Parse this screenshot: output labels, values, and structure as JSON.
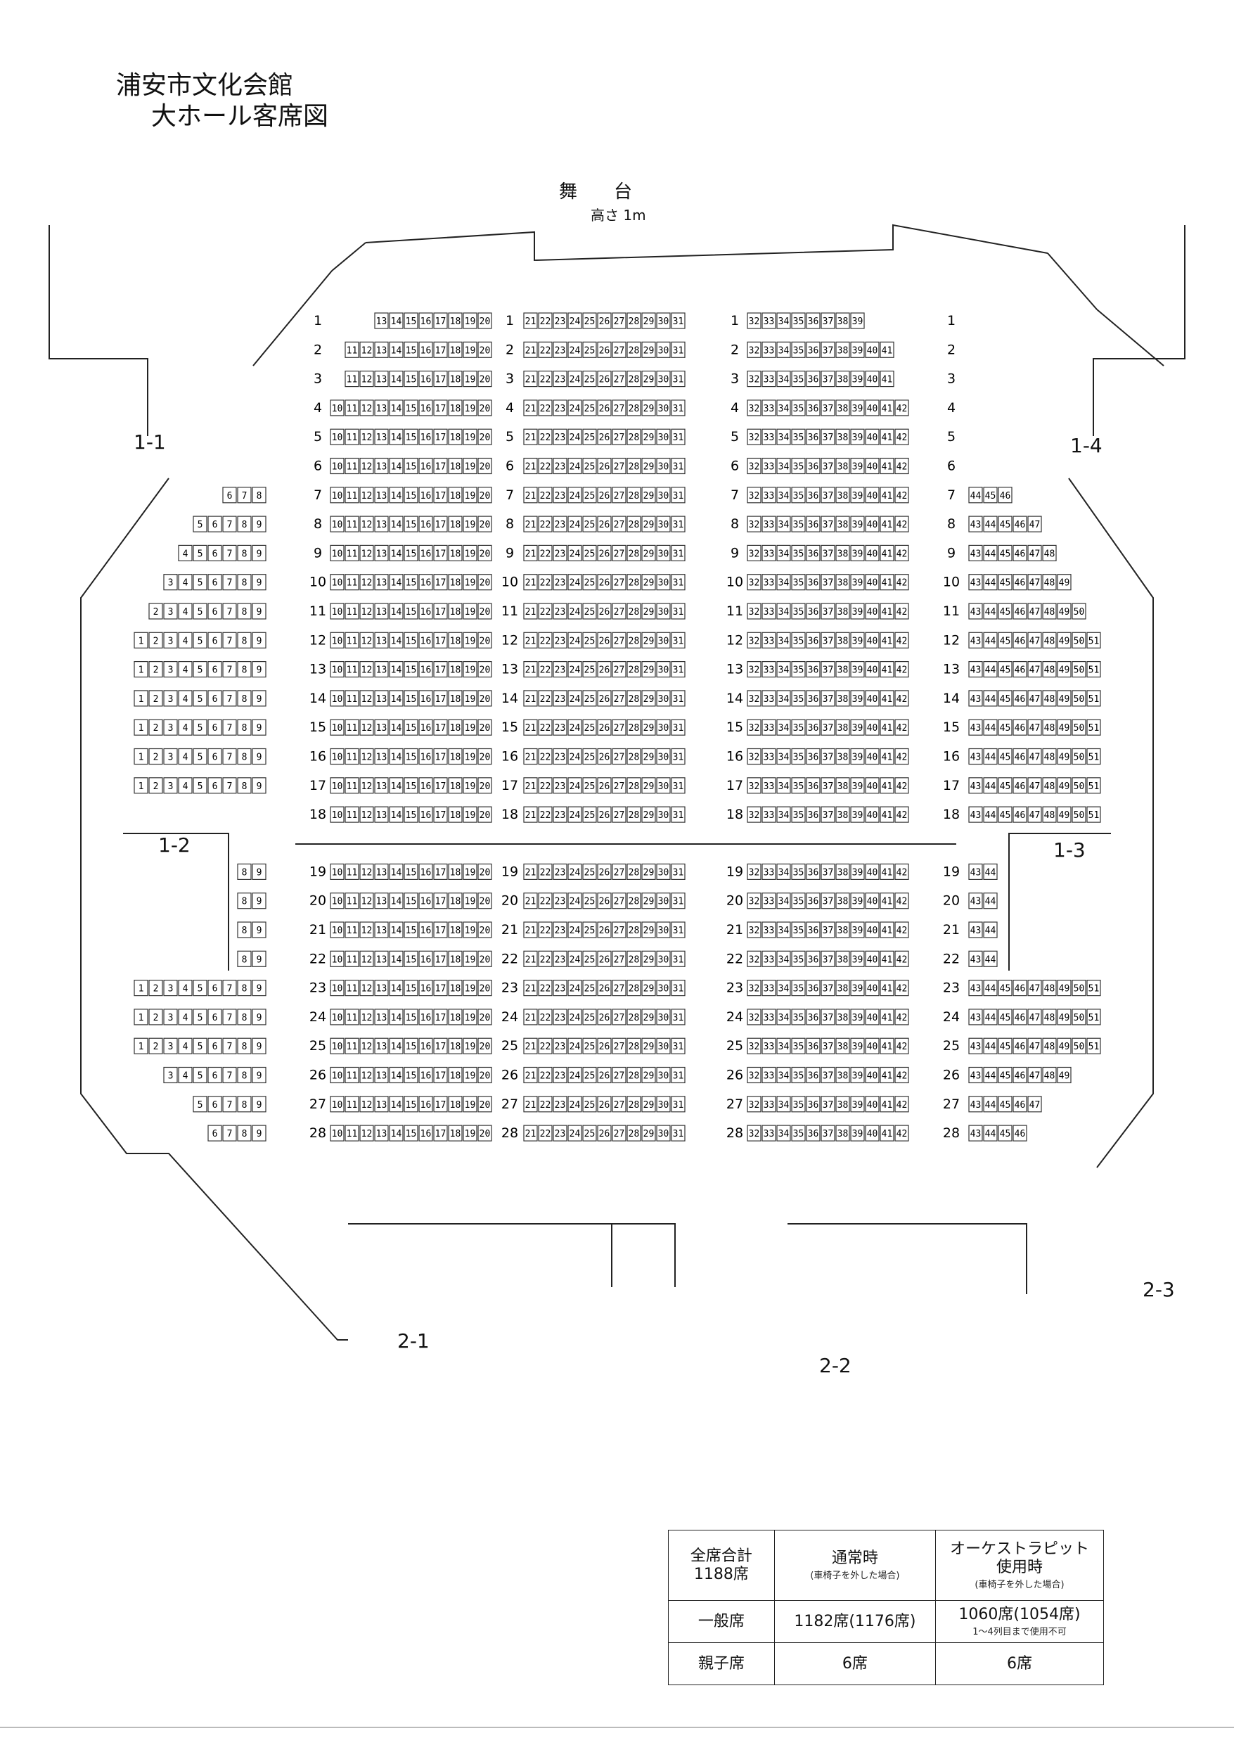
{
  "title": {
    "line1": "浦安市文化会館",
    "line2": "大ホール客席図"
  },
  "stage": {
    "label": "舞　　台",
    "height": "高さ 1m"
  },
  "exits": [
    "1-1",
    "1-2",
    "1-3",
    "1-4",
    "2-1",
    "2-2",
    "2-3"
  ],
  "rows": [
    {
      "row": 1,
      "left": [],
      "lc": [
        13,
        20
      ],
      "center": [
        21,
        31
      ],
      "right": [
        32,
        39
      ],
      "rf": []
    },
    {
      "row": 2,
      "left": [],
      "lc": [
        11,
        20
      ],
      "center": [
        21,
        31
      ],
      "right": [
        32,
        41
      ],
      "rf": []
    },
    {
      "row": 3,
      "left": [],
      "lc": [
        11,
        20
      ],
      "center": [
        21,
        31
      ],
      "right": [
        32,
        41
      ],
      "rf": []
    },
    {
      "row": 4,
      "left": [],
      "lc": [
        10,
        20
      ],
      "center": [
        21,
        31
      ],
      "right": [
        32,
        42
      ],
      "rf": []
    },
    {
      "row": 5,
      "left": [],
      "lc": [
        10,
        20
      ],
      "center": [
        21,
        31
      ],
      "right": [
        32,
        42
      ],
      "rf": []
    },
    {
      "row": 6,
      "left": [],
      "lc": [
        10,
        20
      ],
      "center": [
        21,
        31
      ],
      "right": [
        32,
        42
      ],
      "rf": []
    },
    {
      "row": 7,
      "left": [
        6,
        8
      ],
      "lc": [
        10,
        20
      ],
      "center": [
        21,
        31
      ],
      "right": [
        32,
        42
      ],
      "rf": [
        44,
        46
      ]
    },
    {
      "row": 8,
      "left": [
        5,
        9
      ],
      "lc": [
        10,
        20
      ],
      "center": [
        21,
        31
      ],
      "right": [
        32,
        42
      ],
      "rf": [
        43,
        47
      ]
    },
    {
      "row": 9,
      "left": [
        4,
        9
      ],
      "lc": [
        10,
        20
      ],
      "center": [
        21,
        31
      ],
      "right": [
        32,
        42
      ],
      "rf": [
        43,
        48
      ]
    },
    {
      "row": 10,
      "left": [
        3,
        9
      ],
      "lc": [
        10,
        20
      ],
      "center": [
        21,
        31
      ],
      "right": [
        32,
        42
      ],
      "rf": [
        43,
        49
      ]
    },
    {
      "row": 11,
      "left": [
        2,
        9
      ],
      "lc": [
        10,
        20
      ],
      "center": [
        21,
        31
      ],
      "right": [
        32,
        42
      ],
      "rf": [
        43,
        50
      ]
    },
    {
      "row": 12,
      "left": [
        1,
        9
      ],
      "lc": [
        10,
        20
      ],
      "center": [
        21,
        31
      ],
      "right": [
        32,
        42
      ],
      "rf": [
        43,
        51
      ]
    },
    {
      "row": 13,
      "left": [
        1,
        9
      ],
      "lc": [
        10,
        20
      ],
      "center": [
        21,
        31
      ],
      "right": [
        32,
        42
      ],
      "rf": [
        43,
        51
      ]
    },
    {
      "row": 14,
      "left": [
        1,
        9
      ],
      "lc": [
        10,
        20
      ],
      "center": [
        21,
        31
      ],
      "right": [
        32,
        42
      ],
      "rf": [
        43,
        51
      ]
    },
    {
      "row": 15,
      "left": [
        1,
        9
      ],
      "lc": [
        10,
        20
      ],
      "center": [
        21,
        31
      ],
      "right": [
        32,
        42
      ],
      "rf": [
        43,
        51
      ]
    },
    {
      "row": 16,
      "left": [
        1,
        9
      ],
      "lc": [
        10,
        20
      ],
      "center": [
        21,
        31
      ],
      "right": [
        32,
        42
      ],
      "rf": [
        43,
        51
      ]
    },
    {
      "row": 17,
      "left": [
        1,
        9
      ],
      "lc": [
        10,
        20
      ],
      "center": [
        21,
        31
      ],
      "right": [
        32,
        42
      ],
      "rf": [
        43,
        51
      ]
    },
    {
      "row": 18,
      "left": [],
      "lc": [
        10,
        20
      ],
      "center": [
        21,
        31
      ],
      "right": [
        32,
        42
      ],
      "rf": [
        43,
        51
      ]
    },
    {
      "row": 19,
      "left": [
        8,
        9
      ],
      "lc": [
        10,
        20
      ],
      "center": [
        21,
        31
      ],
      "right": [
        32,
        42
      ],
      "rf": [
        43,
        44
      ]
    },
    {
      "row": 20,
      "left": [
        8,
        9
      ],
      "lc": [
        10,
        20
      ],
      "center": [
        21,
        31
      ],
      "right": [
        32,
        42
      ],
      "rf": [
        43,
        44
      ]
    },
    {
      "row": 21,
      "left": [
        8,
        9
      ],
      "lc": [
        10,
        20
      ],
      "center": [
        21,
        31
      ],
      "right": [
        32,
        42
      ],
      "rf": [
        43,
        44
      ]
    },
    {
      "row": 22,
      "left": [
        8,
        9
      ],
      "lc": [
        10,
        20
      ],
      "center": [
        21,
        31
      ],
      "right": [
        32,
        42
      ],
      "rf": [
        43,
        44
      ]
    },
    {
      "row": 23,
      "left": [
        1,
        9
      ],
      "lc": [
        10,
        20
      ],
      "center": [
        21,
        31
      ],
      "right": [
        32,
        42
      ],
      "rf": [
        43,
        51
      ]
    },
    {
      "row": 24,
      "left": [
        1,
        9
      ],
      "lc": [
        10,
        20
      ],
      "center": [
        21,
        31
      ],
      "right": [
        32,
        42
      ],
      "rf": [
        43,
        51
      ]
    },
    {
      "row": 25,
      "left": [
        1,
        9
      ],
      "lc": [
        10,
        20
      ],
      "center": [
        21,
        31
      ],
      "right": [
        32,
        42
      ],
      "rf": [
        43,
        51
      ]
    },
    {
      "row": 26,
      "left": [
        3,
        9
      ],
      "lc": [
        10,
        20
      ],
      "center": [
        21,
        31
      ],
      "right": [
        32,
        42
      ],
      "rf": [
        43,
        49
      ]
    },
    {
      "row": 27,
      "left": [
        5,
        9
      ],
      "lc": [
        10,
        20
      ],
      "center": [
        21,
        31
      ],
      "right": [
        32,
        42
      ],
      "rf": [
        43,
        47
      ]
    },
    {
      "row": 28,
      "left": [
        6,
        9
      ],
      "lc": [
        10,
        20
      ],
      "center": [
        21,
        31
      ],
      "right": [
        32,
        42
      ],
      "rf": [
        43,
        46
      ]
    }
  ],
  "table": {
    "total_label": "全席合計",
    "total_value": "1188席",
    "col_normal": "通常時",
    "col_normal_note": "(車椅子を外した場合)",
    "col_orch_1": "オーケストラピット",
    "col_orch_2": "使用時",
    "col_orch_note": "(車椅子を外した場合)",
    "row_general": "一般席",
    "general_normal": "1182席(1176席)",
    "general_orch": "1060席(1054席)",
    "general_orch_note": "1～4列目まで使用不可",
    "row_family": "親子席",
    "family_normal": "6席",
    "family_orch": "6席"
  }
}
